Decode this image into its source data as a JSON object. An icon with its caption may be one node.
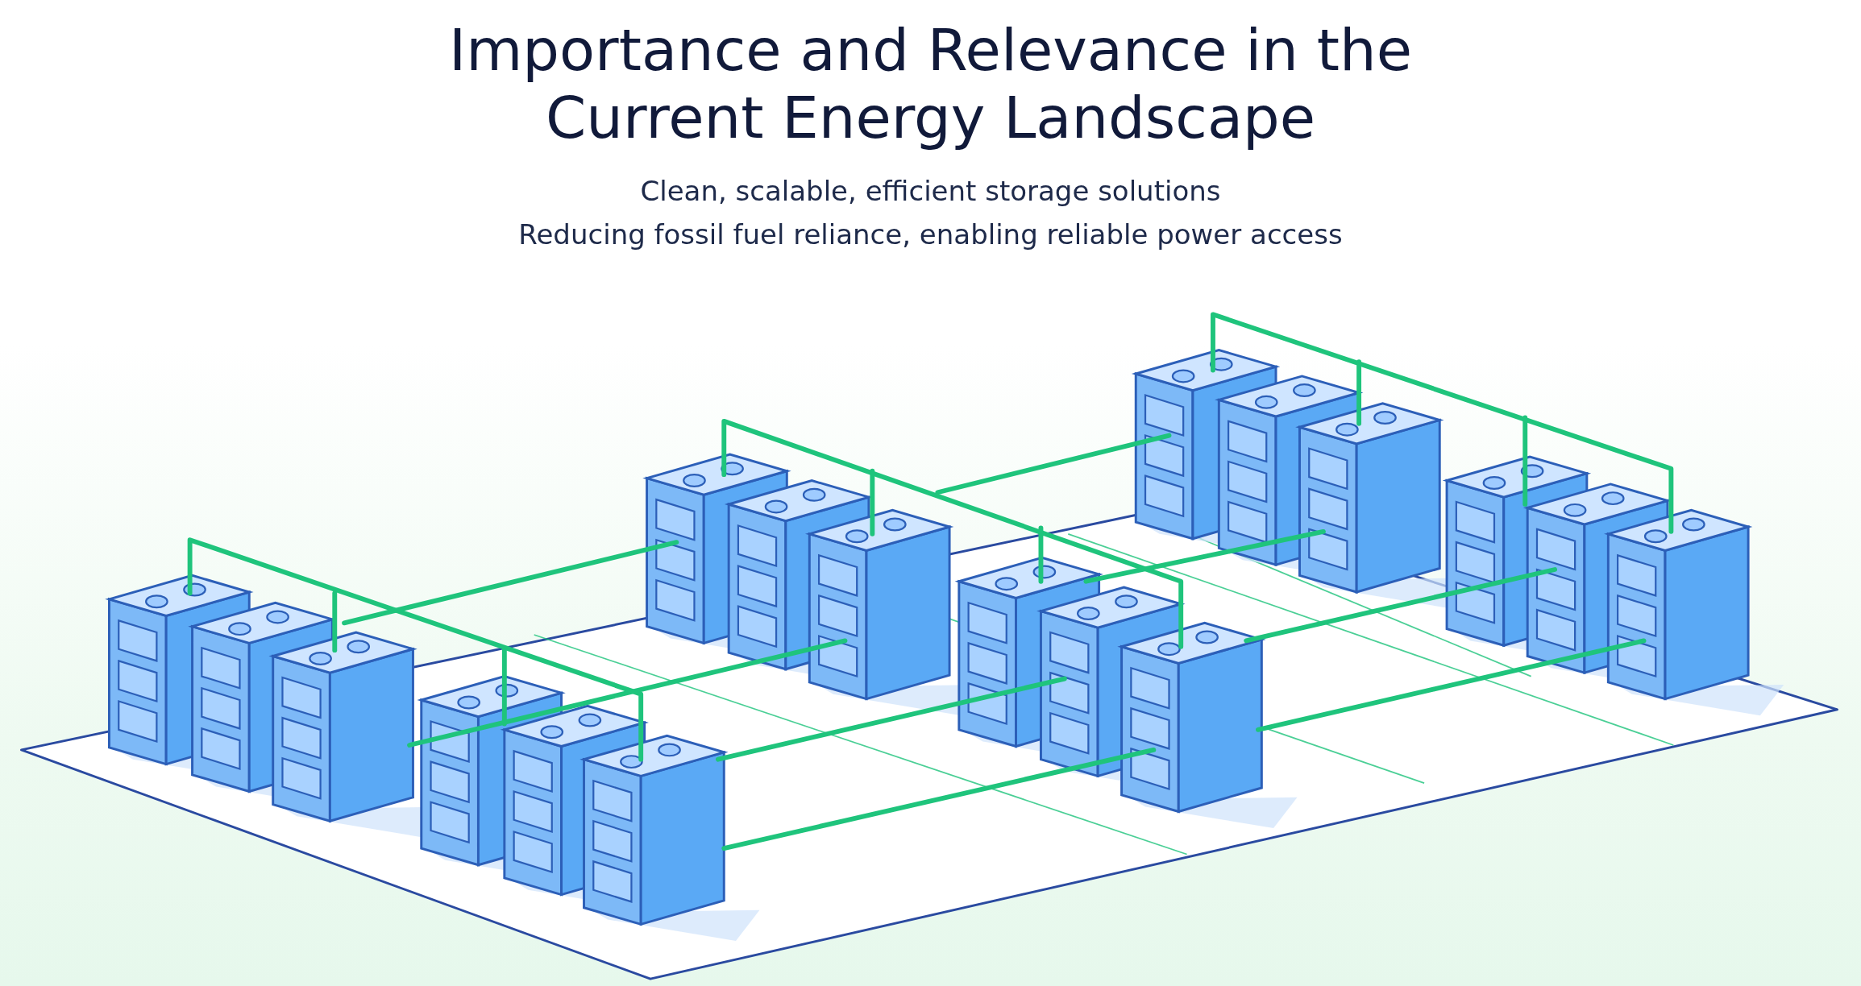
{
  "diagram": {
    "title": "Importance and Relevance in the Current Energy Landscape",
    "labels": [
      "Clean, scalable, efficient storage solutions",
      "Reducing fossil fuel reliance, enabling reliable power access"
    ]
  }
}
